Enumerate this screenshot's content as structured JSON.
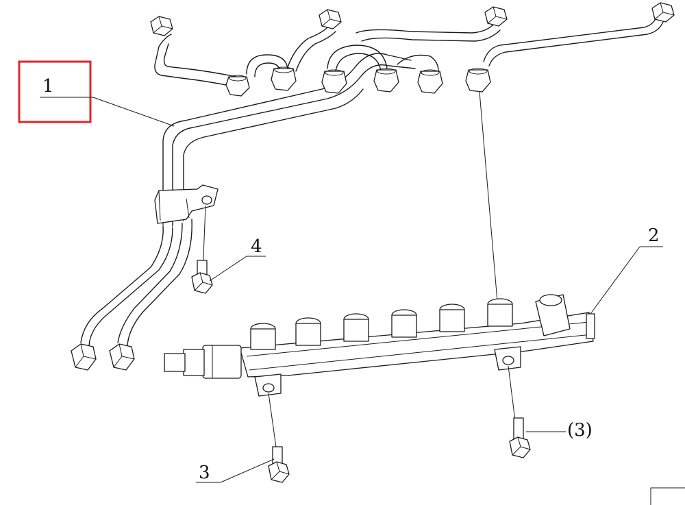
{
  "callouts": {
    "item_1": "1",
    "item_2": "2",
    "item_3": "3",
    "item_3_ref": "(3)",
    "item_4": "4"
  },
  "colors": {
    "highlight": "#e0262a",
    "line": "#1a1a1a",
    "background": "#ffffff"
  }
}
